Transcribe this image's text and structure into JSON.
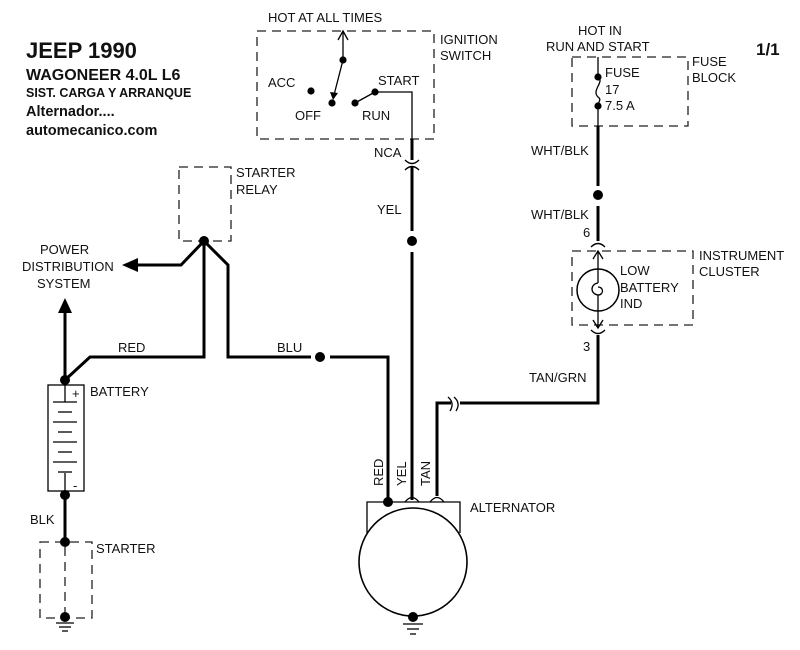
{
  "title": {
    "make_year": "JEEP 1990",
    "model": "WAGONEER  4.0L  L6",
    "system": "SIST. CARGA  Y ARRANQUE",
    "subject": "Alternador....",
    "site": "automecanico.com"
  },
  "page_number": "1/1",
  "components": {
    "ignition_switch": {
      "label_line1": "IGNITION",
      "label_line2": "SWITCH",
      "feed_label": "HOT AT ALL TIMES",
      "positions": [
        "ACC",
        "OFF",
        "RUN",
        "START"
      ]
    },
    "fuse_block": {
      "label_line1": "FUSE",
      "label_line2": "BLOCK",
      "feed_label_line1": "HOT IN",
      "feed_label_line2": "RUN AND START",
      "fuse_line1": "FUSE",
      "fuse_line2": "17",
      "fuse_line3": "7.5 A"
    },
    "starter_relay": {
      "label_line1": "STARTER",
      "label_line2": "RELAY"
    },
    "power_distribution": {
      "line1": "POWER",
      "line2": "DISTRIBUTION",
      "line3": "SYSTEM"
    },
    "battery": {
      "label": "BATTERY",
      "positive": "+",
      "negative": "-"
    },
    "starter": {
      "label": "STARTER"
    },
    "instrument_cluster": {
      "label_line1": "INSTRUMENT",
      "label_line2": "CLUSTER",
      "lamp_line1": "LOW",
      "lamp_line2": "BATTERY",
      "lamp_line3": "IND",
      "pin_top": "6",
      "pin_bottom": "3"
    },
    "alternator": {
      "label": "ALTERNATOR"
    }
  },
  "wires": {
    "nca": "NCA",
    "yel": "YEL",
    "wht_blk_upper": "WHT/BLK",
    "wht_blk_lower": "WHT/BLK",
    "tan_grn": "TAN/GRN",
    "red": "RED",
    "blu": "BLU",
    "blk": "BLK",
    "alt_red": "RED",
    "alt_yel": "YEL",
    "alt_tan": "TAN"
  }
}
